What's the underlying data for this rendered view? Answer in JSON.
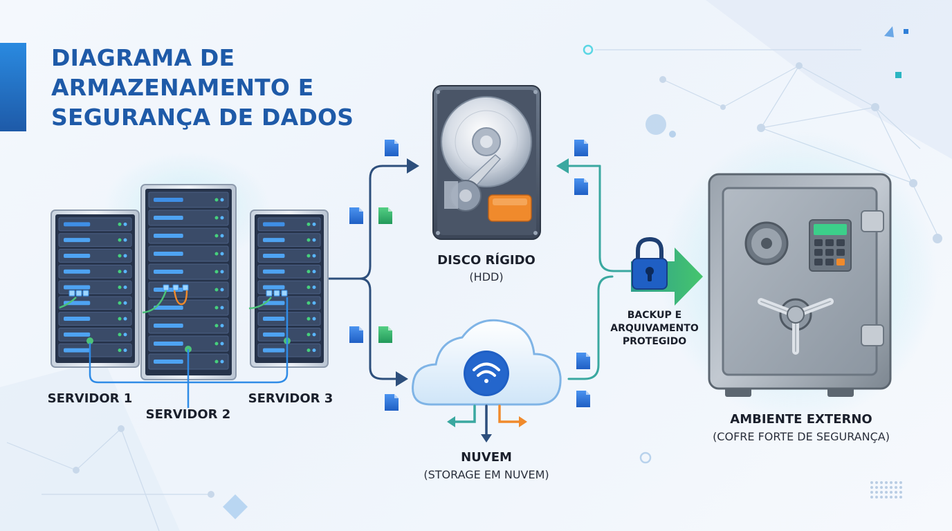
{
  "title_lines": [
    "DIAGRAMA DE",
    "ARMAZENAMENTO E",
    "SEGURANÇA DE DADOS"
  ],
  "servers": [
    {
      "label": "SERVIDOR 1"
    },
    {
      "label": "SERVIDOR 2"
    },
    {
      "label": "SERVIDOR 3"
    }
  ],
  "hdd": {
    "label": "DISCO RÍGIDO",
    "sublabel": "(HDD)"
  },
  "cloud": {
    "label": "NUVEM",
    "sublabel": "(STORAGE EM NUVEM)"
  },
  "backup": {
    "lines": [
      "BACKUP E",
      "ARQUIVAMENTO",
      "PROTEGIDO"
    ]
  },
  "vault": {
    "label": "AMBIENTE EXTERNO",
    "sublabel": "(COFRE FORTE DE SEGURANÇA)"
  },
  "colors": {
    "title": "#1e5aa8",
    "flow_blue": "#2d4f7c",
    "flow_teal": "#3aa8a0",
    "arrow_green": "#37b36b",
    "file_blue": "#2b6fd6",
    "file_green": "#34b26b",
    "cloud_orange": "#f08a2c"
  }
}
